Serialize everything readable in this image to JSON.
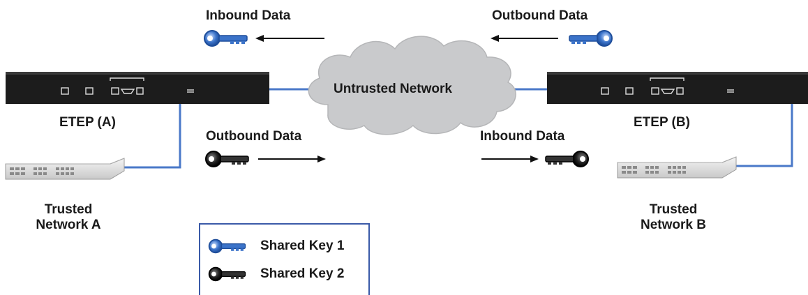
{
  "labels": {
    "top_inbound": "Inbound Data",
    "top_outbound": "Outbound Data",
    "cloud": "Untrusted Network",
    "etep_a": "ETEP (A)",
    "etep_b": "ETEP (B)",
    "mid_outbound": "Outbound Data",
    "mid_inbound": "Inbound Data",
    "trusted_a_line1": "Trusted",
    "trusted_a_line2": "Network A",
    "trusted_b_line1": "Trusted",
    "trusted_b_line2": "Network B"
  },
  "legend": {
    "key1": "Shared Key 1",
    "key2": "Shared Key 2"
  },
  "colors": {
    "key1": "#3b73c9",
    "key2": "#1a1a1a",
    "link": "#4a78c8",
    "cloud": "#c9cacc",
    "device": "#1c1c1c"
  },
  "icons": {
    "shared_key_1": "blue-key-icon",
    "shared_key_2": "black-key-icon",
    "network_switch": "switch-icon",
    "encryptor": "etep-appliance-icon"
  }
}
